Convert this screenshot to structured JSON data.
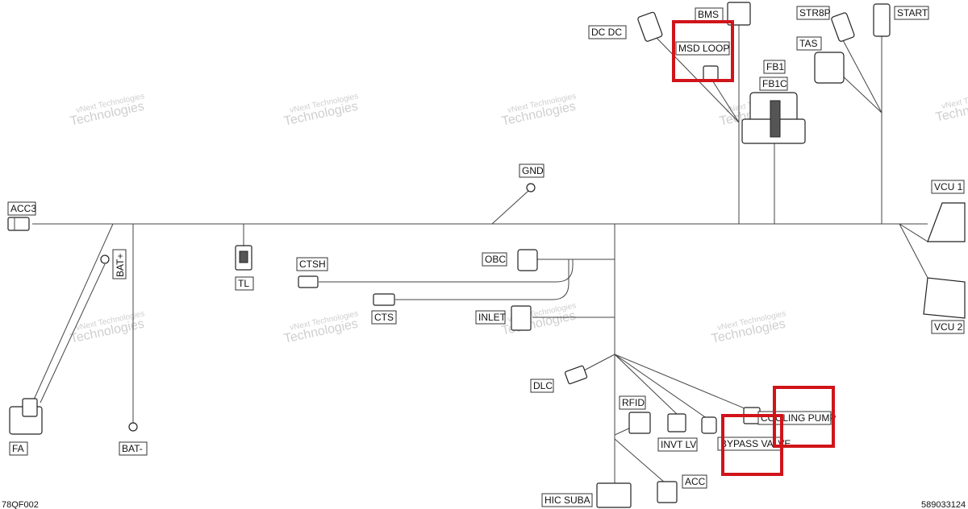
{
  "labels": {
    "acc3": "ACC3",
    "bat_plus": "BAT+",
    "bat_minus": "BAT-",
    "fa": "FA",
    "tl": "TL",
    "ctsh": "CTSH",
    "cts": "CTS",
    "gnd": "GND",
    "obc": "OBC",
    "inlet": "INLET",
    "dlc": "DLC",
    "rfid": "RFID",
    "invt_lv": "INVT LV",
    "acc": "ACC",
    "hic_suba": "HIC  SUBA",
    "bypass_valve": "BYPASS VALVE",
    "cooling_pump": "COOLING PUMP",
    "dc_dc": "DC  DC",
    "bms": "BMS",
    "msd_loop": "MSD  LOOP",
    "fb1": "FB1",
    "fb1c": "FB1C",
    "str8p": "STR8P",
    "tas": "TAS",
    "start": "START",
    "vcu1": "VCU 1",
    "vcu2": "VCU 2"
  },
  "watermark": {
    "line1": "vNext Technologies",
    "line2": "Technologies"
  },
  "refs": {
    "left": "78QF002",
    "right": "589033124"
  },
  "highlight_color": "#d0141a"
}
